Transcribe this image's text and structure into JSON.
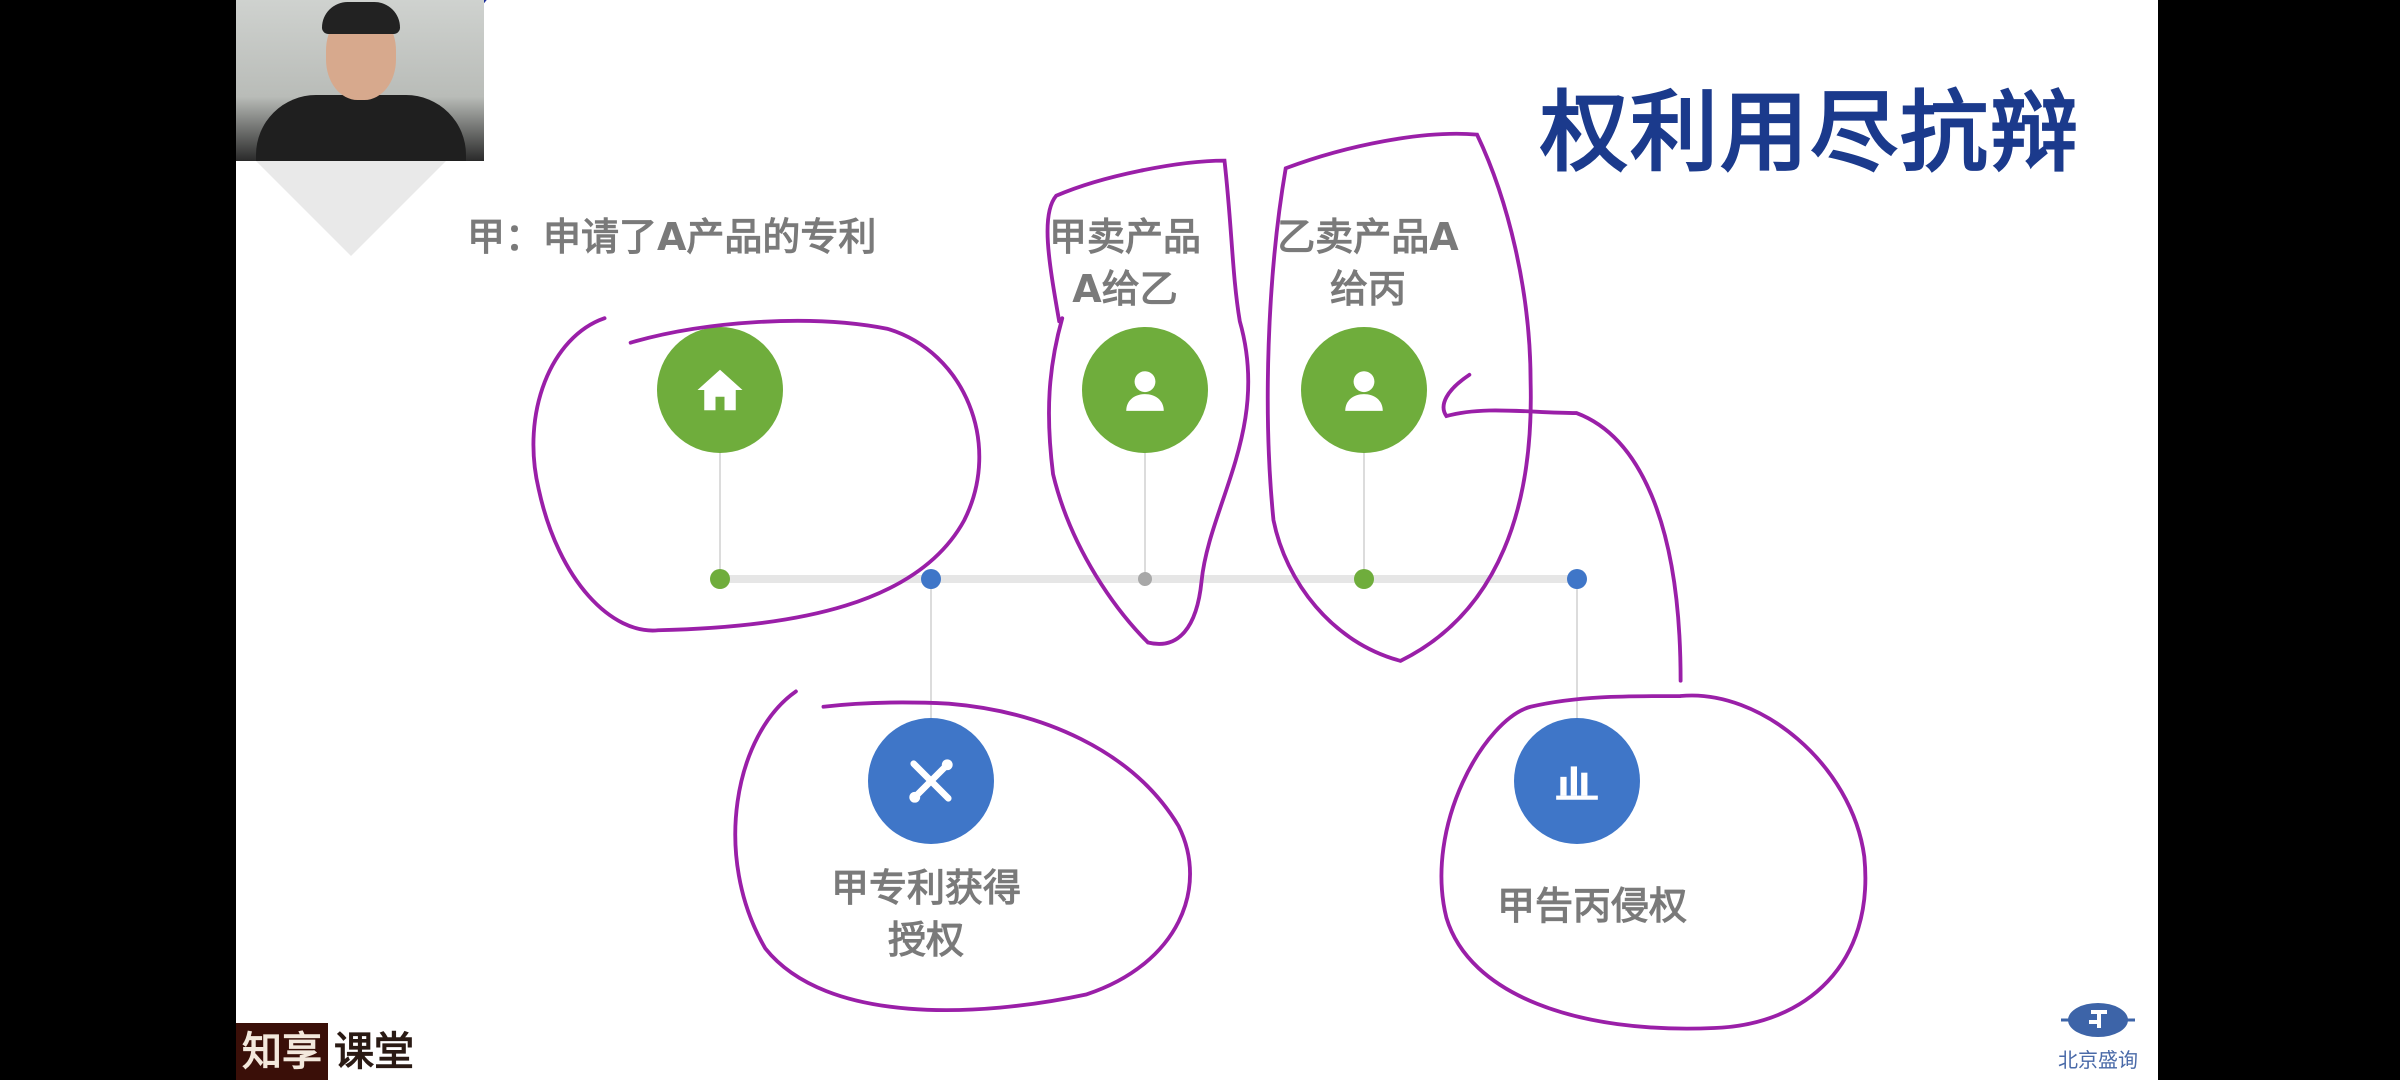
{
  "slide": {
    "title": "权利用尽抗辩",
    "events_top": [
      {
        "lines": [
          "甲：申请了A产品的专利"
        ],
        "icon": "house-icon",
        "color": "#6fad3c"
      },
      {
        "lines": [
          "甲卖产品",
          "A给乙"
        ],
        "icon": "user-icon",
        "color": "#6fad3c"
      },
      {
        "lines": [
          "乙卖产品A",
          "给丙"
        ],
        "icon": "user-icon",
        "color": "#6fad3c"
      }
    ],
    "events_bottom": [
      {
        "lines": [
          "甲专利获得",
          "授权"
        ],
        "icon": "tools-icon",
        "color": "#3f76c8"
      },
      {
        "lines": [
          "甲告丙侵权"
        ],
        "icon": "bar-chart-icon",
        "color": "#3f76c8"
      }
    ],
    "logo_text": "北京盛询"
  },
  "watermark": {
    "part1": "知享",
    "part2": "课堂"
  },
  "annotation_color": "#9a1fa8"
}
